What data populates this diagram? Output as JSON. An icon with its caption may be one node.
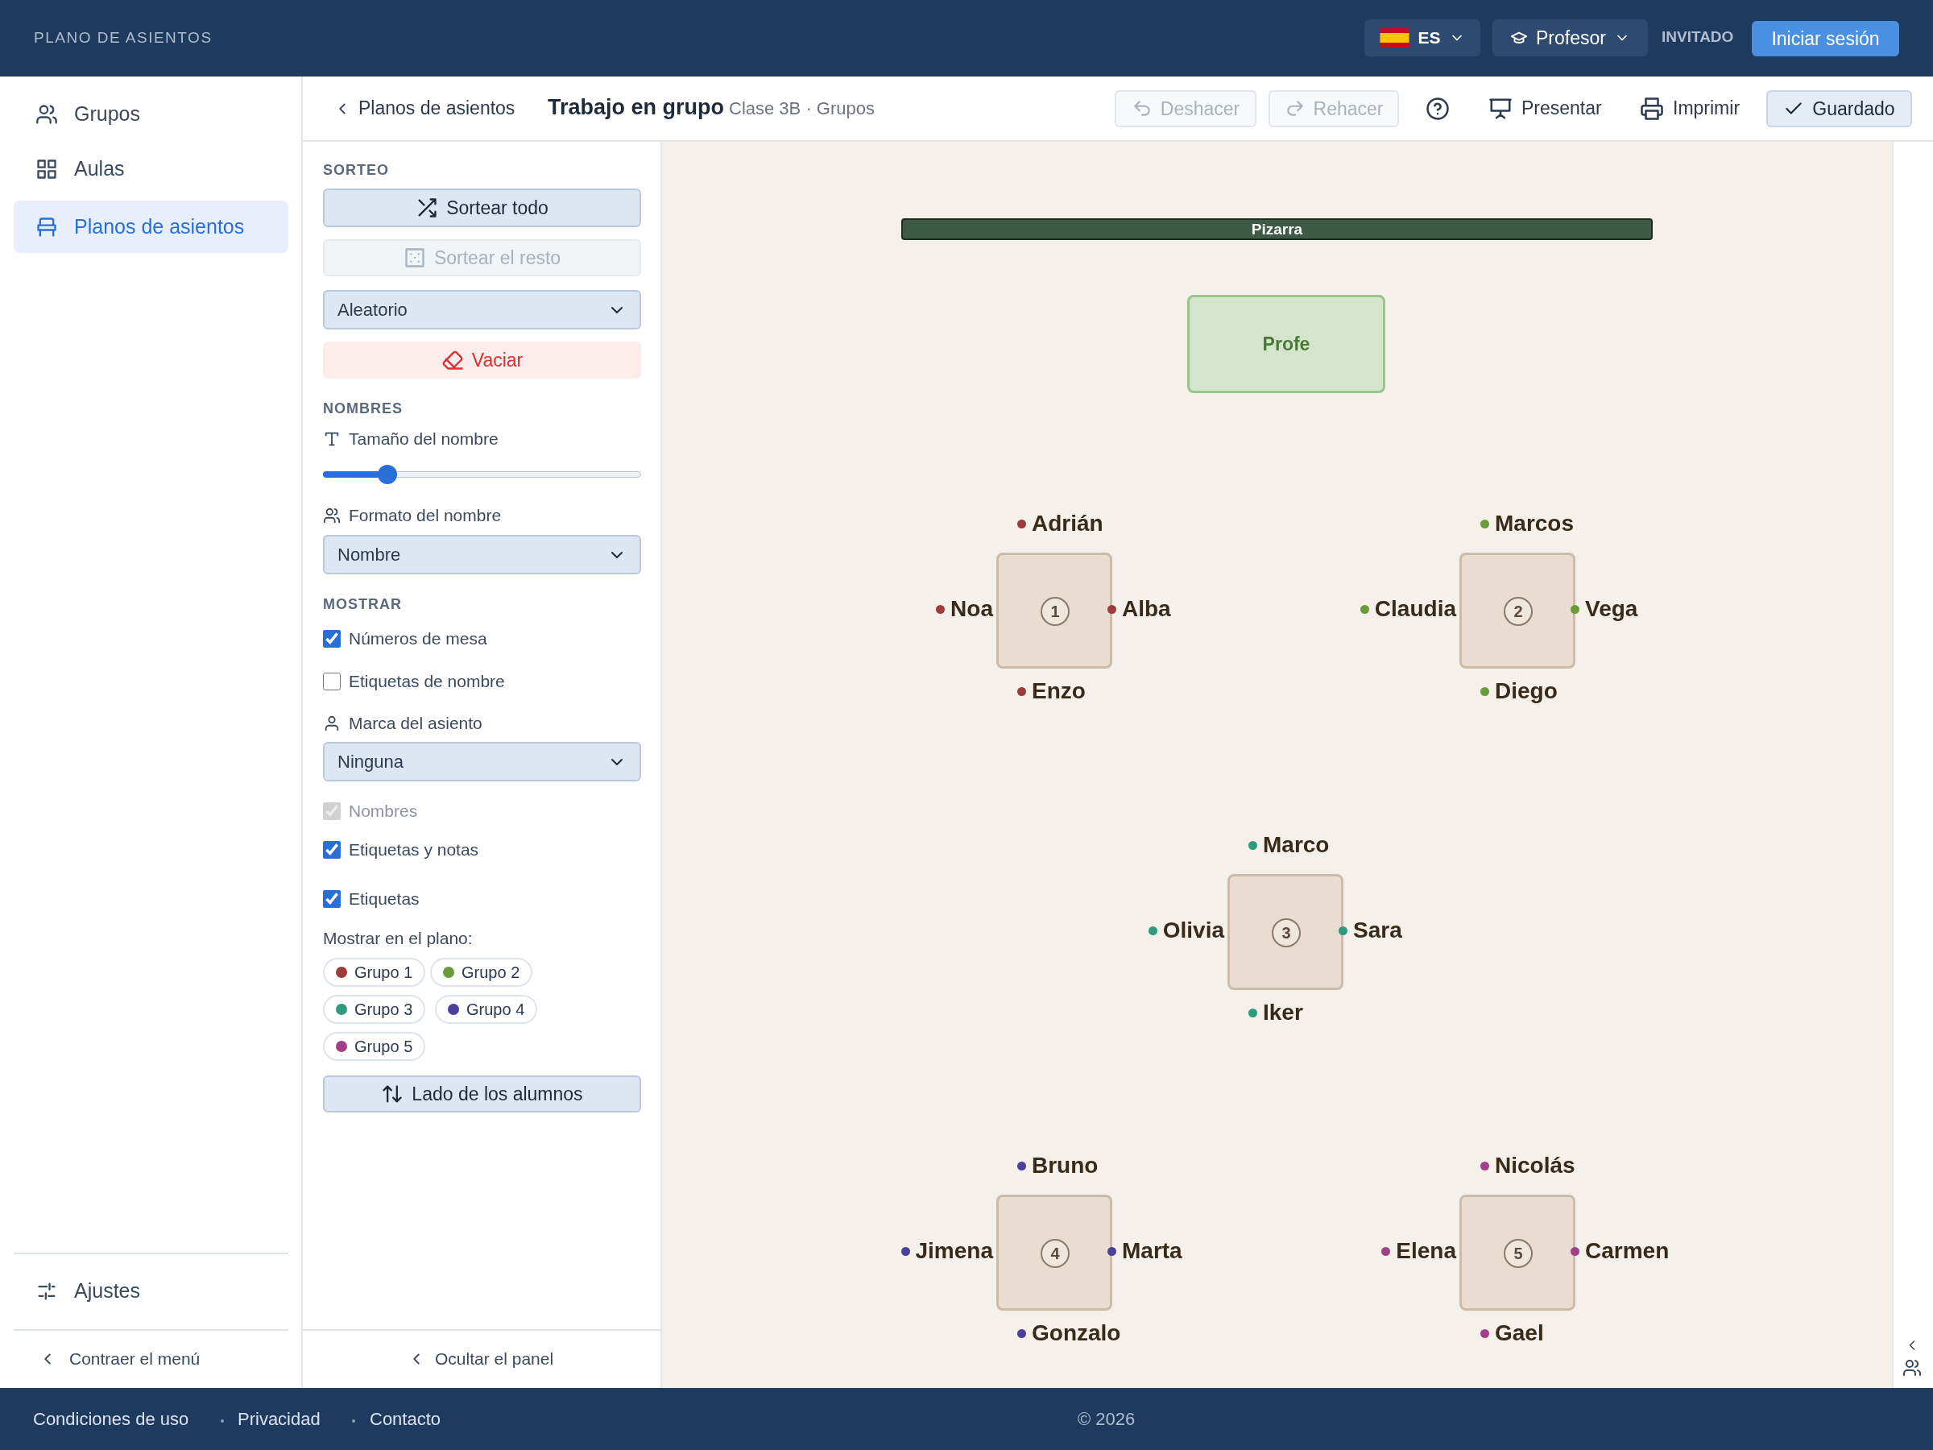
{
  "diagram": {
    "nodes": [
      {
        "text": [
          "Pizarra"
        ]
      },
      {
        "text": [
          "Profe"
        ]
      },
      {
        "text": [
          "1"
        ],
        "beside": [
          "Adrián",
          "Noa",
          "Alba",
          "Enzo"
        ]
      },
      {
        "text": [
          "2"
        ],
        "beside": [
          "Marcos",
          "Claudia",
          "Vega",
          "Diego"
        ]
      },
      {
        "text": [
          "3"
        ],
        "beside": [
          "Marco",
          "Olivia",
          "Sara",
          "Iker"
        ]
      },
      {
        "text": [
          "4"
        ],
        "beside": [
          "Bruno",
          "Jimena",
          "Marta",
          "Gonzalo"
        ]
      },
      {
        "text": [
          "5"
        ],
        "beside": [
          "Nicolás",
          "Elena",
          "Carmen",
          "Gael"
        ]
      }
    ],
    "labels": [
      "PLANO DE ASIENTOS",
      "ES",
      "Profesor",
      "INVITADO",
      "Iniciar sesión",
      "Grupos",
      "Aulas",
      "Planos de asientos",
      "Planos de asientos",
      "Trabajo en grupo",
      "Clase 3B · Grupos",
      "Deshacer",
      "Rehacer",
      "Presentar",
      "Imprimir",
      "Guardado",
      "SORTEO",
      "Sortear todo",
      "Sortear el resto",
      "Aleatorio",
      "Vaciar",
      "NOMBRES",
      "Tamaño del nombre",
      "Formato del nombre",
      "Nombre",
      "MOSTRAR",
      "Números de mesa",
      "Etiquetas de nombre",
      "Marca del asiento",
      "Ninguna",
      "Nombres",
      "Etiquetas y notas",
      "Etiquetas",
      "Mostrar en el plano:",
      "Lado de los alumnos",
      "Ajustes",
      "Contraer el menú",
      "Ocultar el panel",
      "Condiciones de uso",
      "Privacidad",
      "Contacto",
      "© 2026"
    ],
    "legend": [
      {
        "text": "Grupo 1",
        "color": "#9e3b3b"
      },
      {
        "text": "Grupo 2",
        "color": "#6a9a3a"
      },
      {
        "text": "Grupo 3",
        "color": "#2f9a80"
      },
      {
        "text": "Grupo 4",
        "color": "#4a3f9a"
      },
      {
        "text": "Grupo 5",
        "color": "#a0408a"
      }
    ]
  }
}
